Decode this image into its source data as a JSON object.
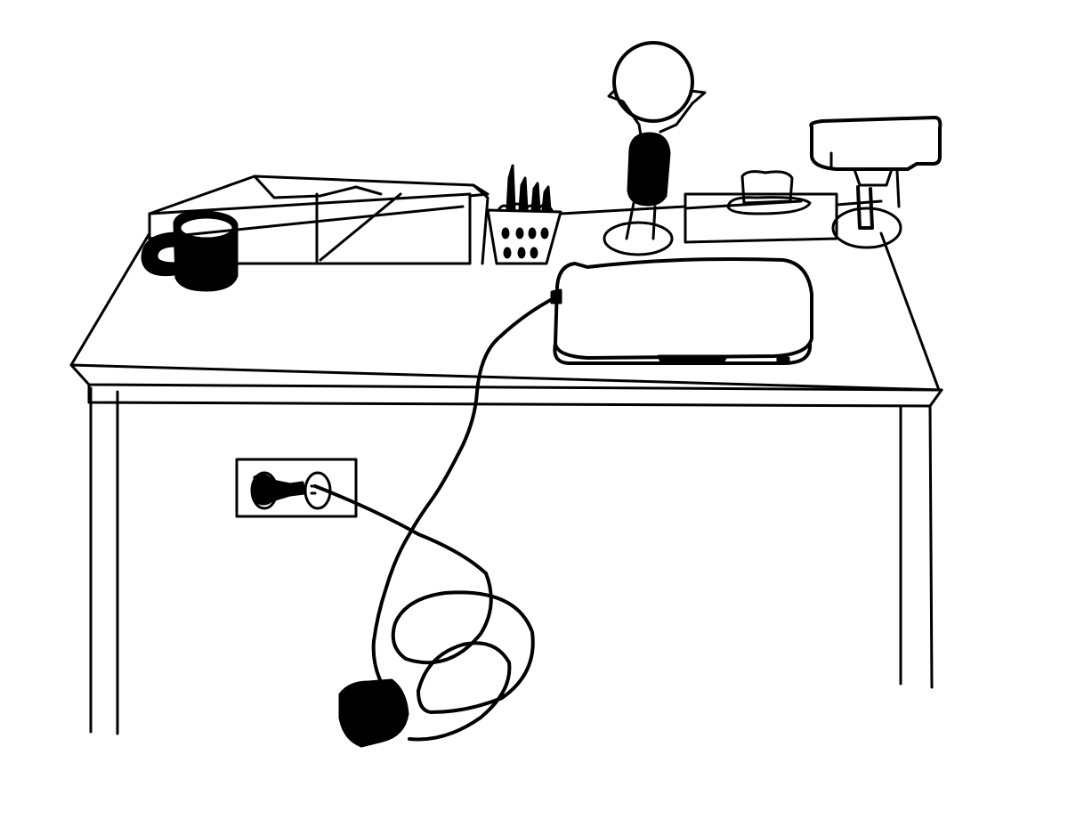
{
  "drawing": {
    "kind": "line-drawing",
    "colors": {
      "ink": "#000000",
      "paper": "#ffffff"
    },
    "objects": [
      "desk",
      "box",
      "mug",
      "pencil-cup",
      "desk-lamp",
      "tray",
      "stapler",
      "monitor",
      "laptop",
      "power-cord",
      "wall-outlet",
      "power-plug",
      "power-adapter"
    ]
  }
}
